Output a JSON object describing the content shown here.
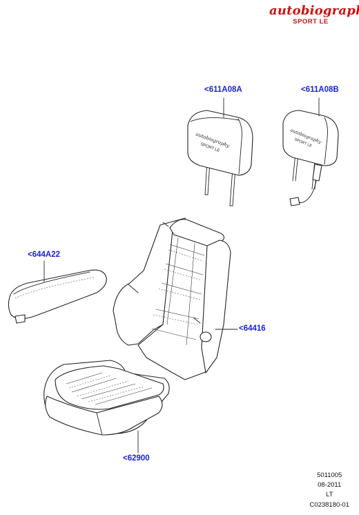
{
  "branding": {
    "wordmark": "autobiography",
    "subtitle": "SPORT LE",
    "color": "#d01010"
  },
  "callout_color": "#1a22d8",
  "callouts": {
    "headrest_a": "<611A08A",
    "headrest_b": "<611A08B",
    "armrest": "<644A22",
    "seat_back": "<64416",
    "seat_cushion": "<62900"
  },
  "footer": {
    "code": "5011005",
    "date": "08-2011",
    "region": "LT",
    "illustration_id": "C0238180-01"
  }
}
